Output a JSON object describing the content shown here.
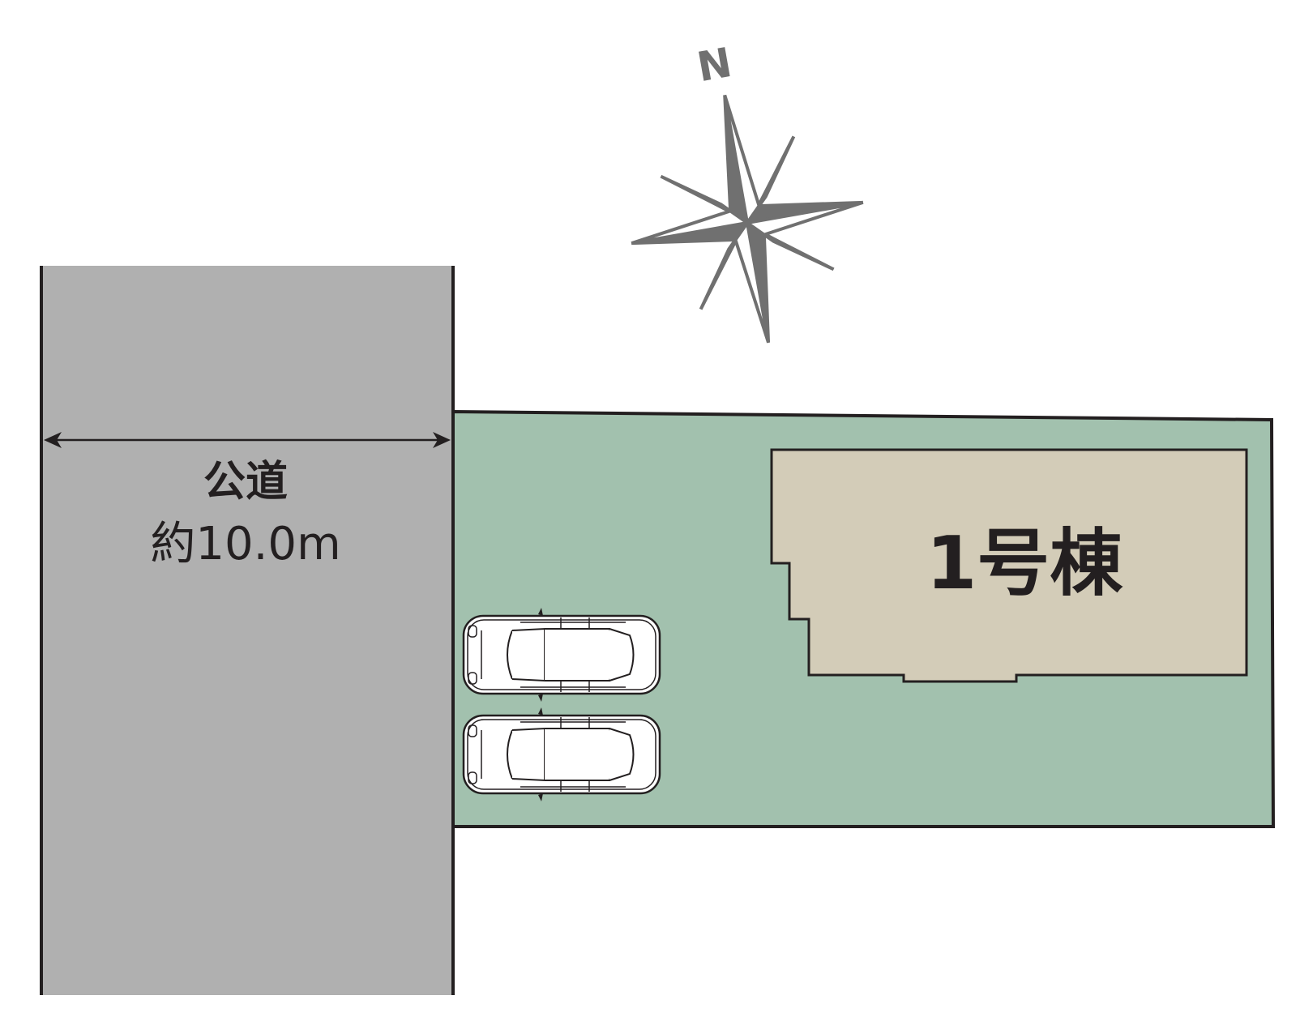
{
  "compass": {
    "north_label": "N"
  },
  "road": {
    "name": "公道",
    "width_label": "約10.0m"
  },
  "building": {
    "label": "1号棟"
  },
  "parking": {
    "car_count": 2
  },
  "colors": {
    "road": "#b0b0b0",
    "lot": "#a2c1ae",
    "building": "#d3ccb8",
    "outline": "#231f20",
    "compass": "#707070"
  }
}
